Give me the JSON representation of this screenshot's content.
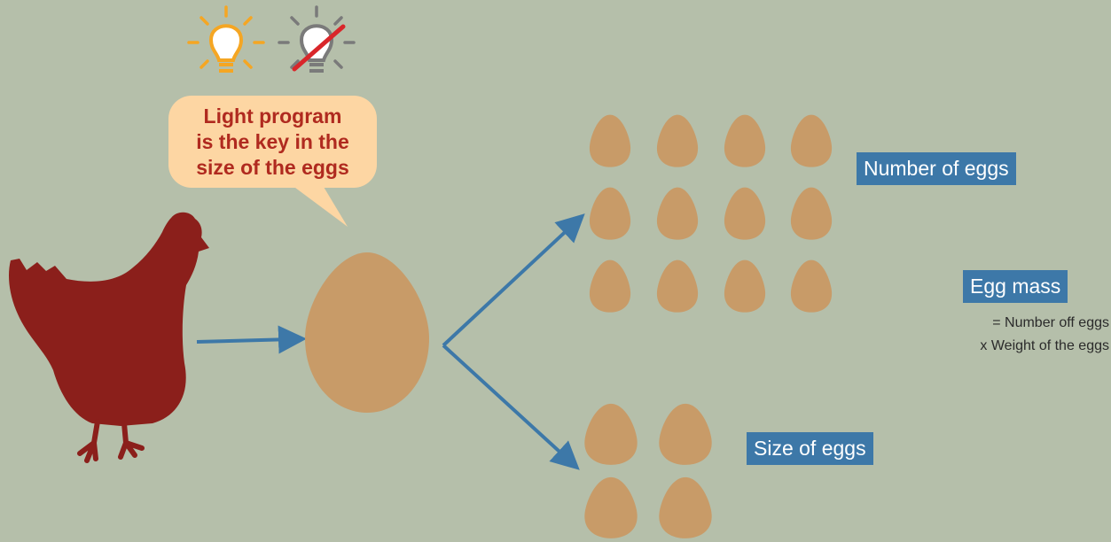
{
  "speech_bubble": {
    "lines": [
      "Light program",
      "is the key in the",
      "size of the eggs"
    ]
  },
  "labels": {
    "number_of_eggs": "Number of eggs",
    "egg_mass": "Egg mass",
    "size_of_eggs": "Size of eggs"
  },
  "formula": {
    "line1": "= Number off eggs",
    "line2": "x Weight of the eggs"
  },
  "icons": {
    "light_on": "lightbulb-on-icon",
    "light_off": "lightbulb-off-icon",
    "hen": "hen-icon",
    "egg": "egg-icon"
  },
  "colors": {
    "background": "#B5BFAA",
    "hen": "#8B1F1B",
    "egg": "#C89B68",
    "arrow": "#3D78A8",
    "bulb_on": "#F5A623",
    "bulb_off": "#7A7A7A",
    "strike": "#D9262A",
    "bubble_fill": "#FDD6A3",
    "bubble_text": "#B02A1F",
    "label_fill": "#3D78A8"
  }
}
